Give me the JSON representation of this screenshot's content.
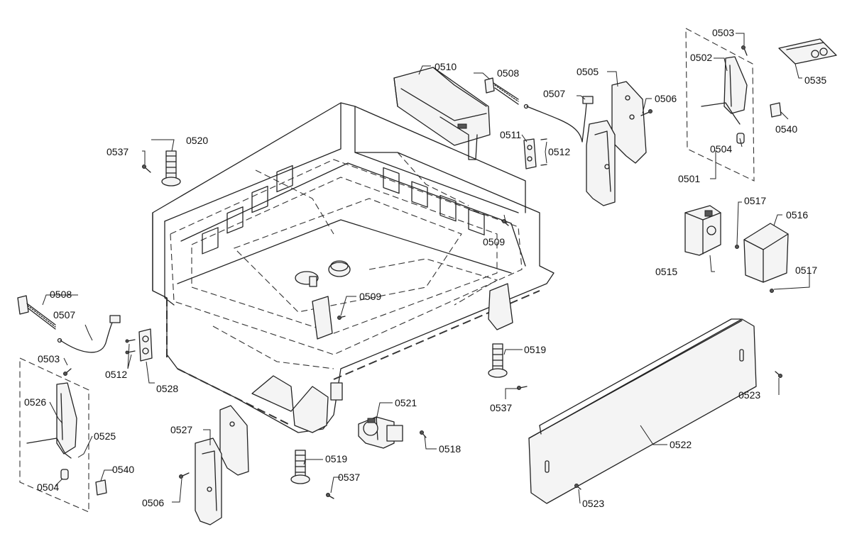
{
  "callouts": {
    "c0501": "0501",
    "c0502": "0502",
    "c0503a": "0503",
    "c0503b": "0503",
    "c0504a": "0504",
    "c0504b": "0504",
    "c0505": "0505",
    "c0506a": "0506",
    "c0506b": "0506",
    "c0507a": "0507",
    "c0507b": "0507",
    "c0508a": "0508",
    "c0508b": "0508",
    "c0509a": "0509",
    "c0509b": "0509",
    "c0510": "0510",
    "c0511": "0511",
    "c0512a": "0512",
    "c0512b": "0512",
    "c0515": "0515",
    "c0516": "0516",
    "c0517a": "0517",
    "c0517b": "0517",
    "c0518": "0518",
    "c0519a": "0519",
    "c0519b": "0519",
    "c0520": "0520",
    "c0521": "0521",
    "c0522": "0522",
    "c0523a": "0523",
    "c0523b": "0523",
    "c0525": "0525",
    "c0526": "0526",
    "c0527": "0527",
    "c0528": "0528",
    "c0535": "0535",
    "c0537a": "0537",
    "c0537b": "0537",
    "c0537c": "0537",
    "c0540a": "0540",
    "c0540b": "0540"
  }
}
